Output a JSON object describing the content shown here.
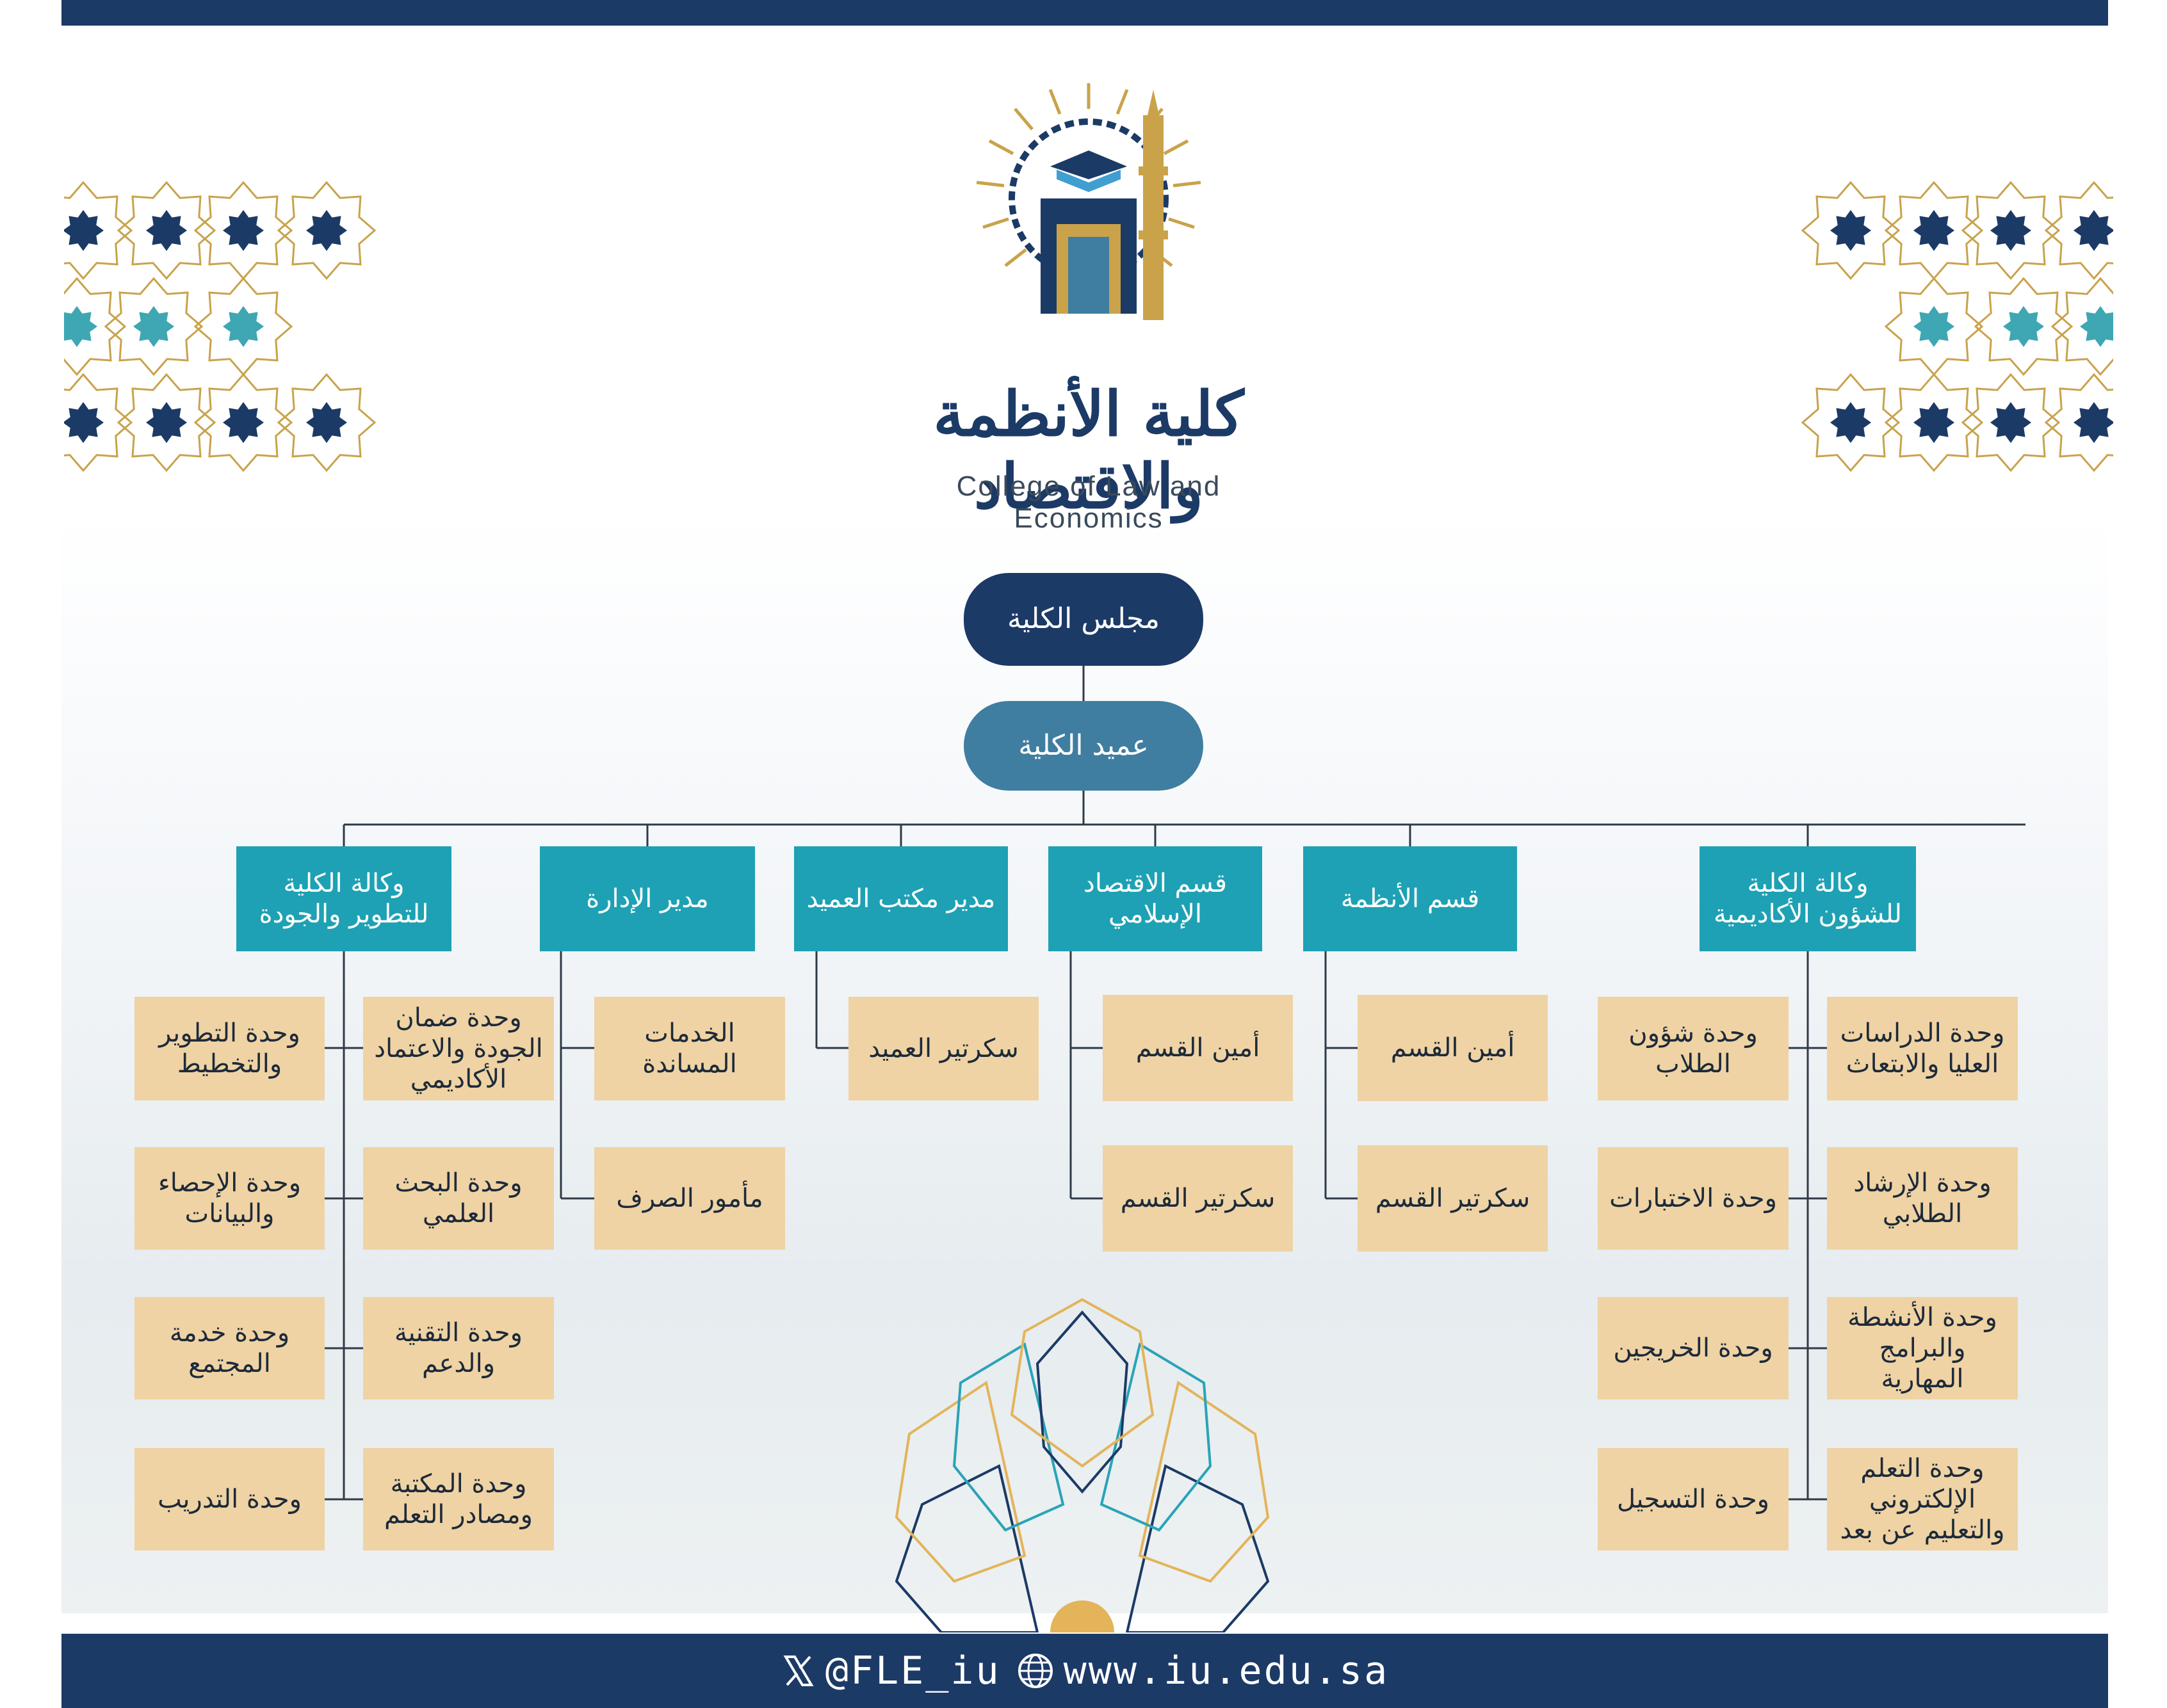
{
  "header": {
    "college_name_ar": "كلية الأنظمة والاقتصاد",
    "college_name_en": "College of Law and Economics"
  },
  "chart_data": {
    "type": "org-chart",
    "root": "مجلس الكلية",
    "dean": "عميد الكلية",
    "departments": [
      {
        "title": "وكالة الكلية للتطوير والجودة",
        "units": [
          "وحدة التطوير والتخطيط",
          "وحدة ضمان الجودة والاعتماد الأكاديمي",
          "وحدة الإحصاء والبيانات",
          "وحدة البحث العلمي",
          "وحدة خدمة المجتمع",
          "وحدة التقنية والدعم",
          "وحدة التدريب",
          "وحدة المكتبة ومصادر التعلم"
        ]
      },
      {
        "title": "مدير الإدارة",
        "units": [
          "الخدمات المساندة",
          "مأمور الصرف"
        ]
      },
      {
        "title": "مدير مكتب العميد",
        "units": [
          "سكرتير العميد"
        ]
      },
      {
        "title": "قسم الاقتصاد الإسلامي",
        "units": [
          "أمين القسم",
          "سكرتير القسم"
        ]
      },
      {
        "title": "قسم الأنظمة",
        "units": [
          "أمين القسم",
          "سكرتير القسم"
        ]
      },
      {
        "title": "وكالة الكلية للشؤون الأكاديمية",
        "units": [
          "وحدة شؤون الطلاب",
          "وحدة الدراسات العليا والابتعاث",
          "وحدة الاختبارات",
          "وحدة الإرشاد الطلابي",
          "وحدة الخريجين",
          "وحدة الأنشطة والبرامج المهارية",
          "وحدة التسجيل",
          "وحدة التعلم الإلكتروني والتعليم عن بعد"
        ]
      }
    ]
  },
  "footer": {
    "twitter_handle": "@FLE_iu",
    "website": "www.iu.edu.sa"
  },
  "colors": {
    "navy": "#1c3a66",
    "dean_blue": "#3f7ea0",
    "teal": "#1ea1b4",
    "sand": "#efd3a4",
    "gold": "#c9a24a"
  }
}
